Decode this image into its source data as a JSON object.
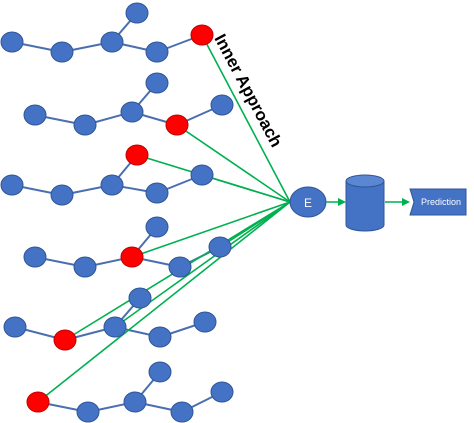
{
  "annotation_label": "Inner Approach",
  "encoder_label": "E",
  "output_label": "Prediction",
  "colors": {
    "node": "#4472c4",
    "selected_node": "#ff0000",
    "connection": "#00b050",
    "background": "#ffffff"
  },
  "icons": {
    "storage": "database-cylinder-icon",
    "output": "tag-shape-icon"
  }
}
